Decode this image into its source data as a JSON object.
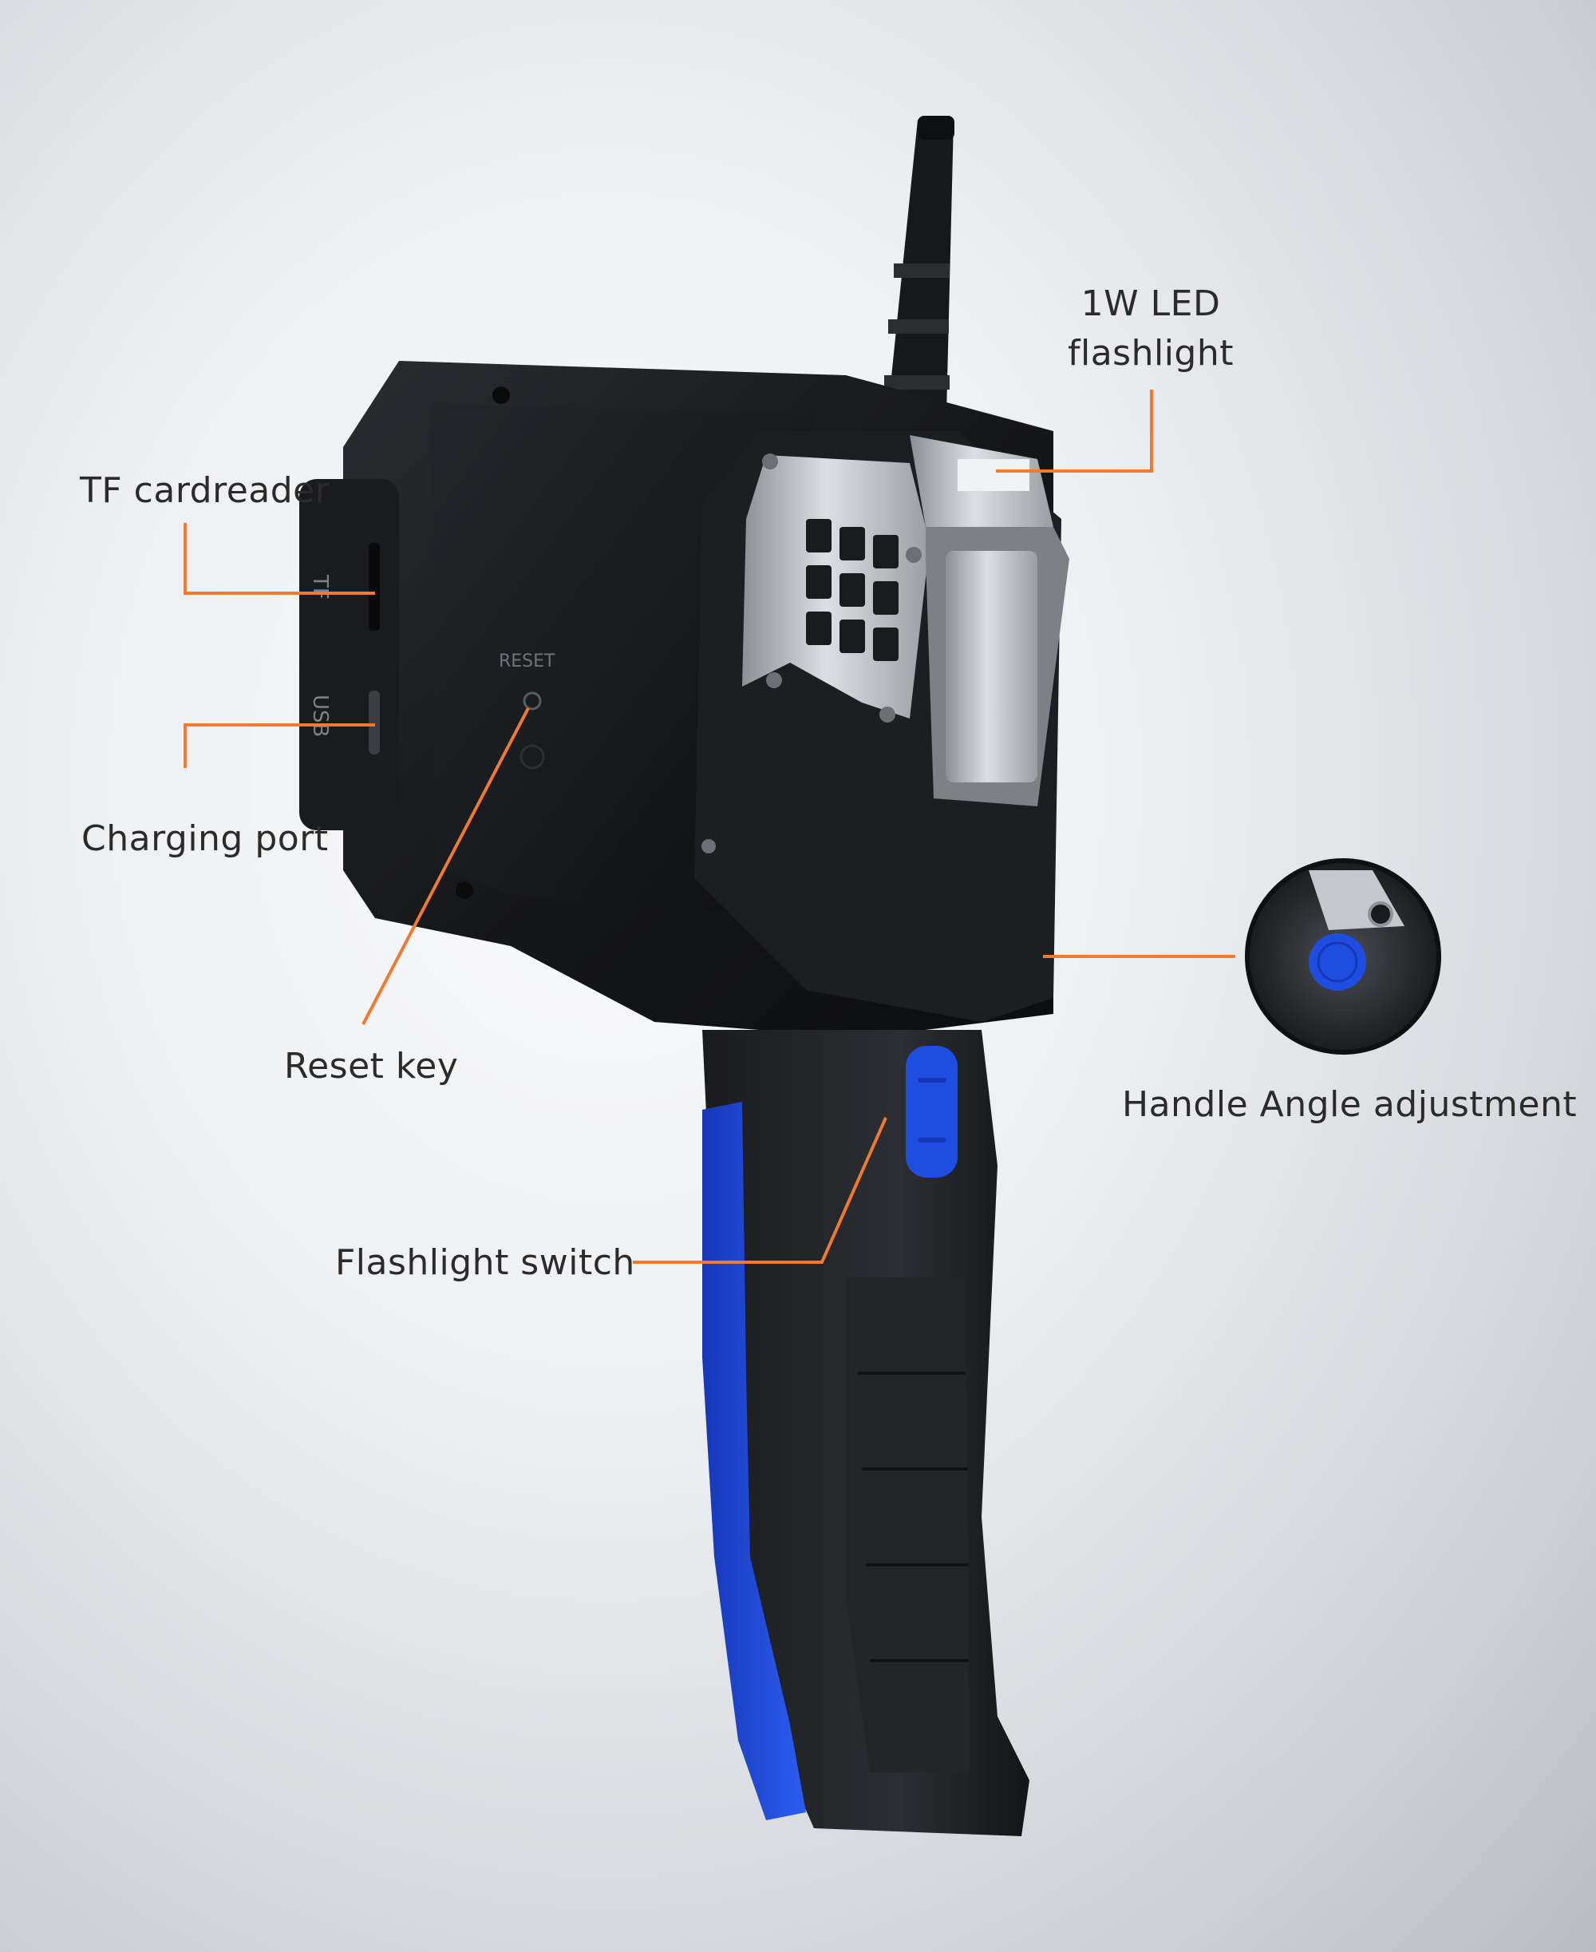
{
  "colors": {
    "accent_lines": "#f07a2e",
    "body_dark": "#1c1d20",
    "grip_blue": "#1f4de0",
    "metal": "#b9bcc1"
  },
  "device": {
    "port_labels": {
      "usb": "USB",
      "tf": "TF"
    },
    "reset_text": "RESET"
  },
  "callouts": {
    "led_flashlight": {
      "line1": "1W LED",
      "line2": "flashlight"
    },
    "tf_cardreader": "TF cardreader",
    "charging_port": "Charging port",
    "reset_key": "Reset key",
    "flashlight_switch": "Flashlight switch",
    "handle_angle": "Handle Angle adjustment"
  },
  "icons": {
    "inset": "handle-angle-button-icon"
  }
}
